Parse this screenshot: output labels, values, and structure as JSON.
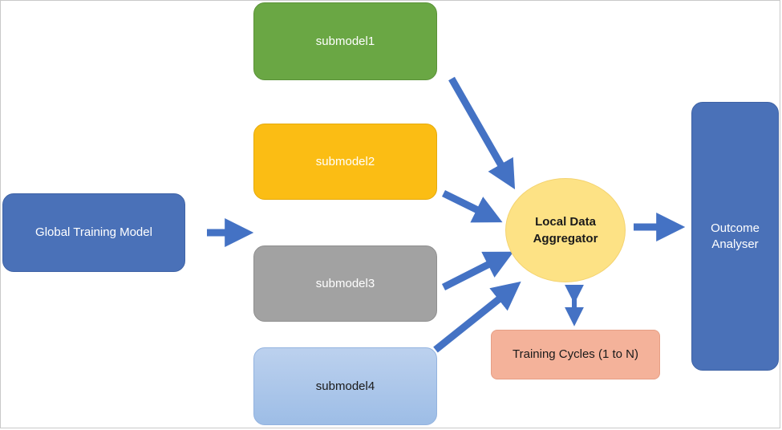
{
  "nodes": {
    "global_model": "Global Training Model",
    "submodel1": "submodel1",
    "submodel2": "submodel2",
    "submodel3": "submodel3",
    "submodel4": "submodel4",
    "aggregator": "Local Data Aggregator",
    "training_cycles": "Training Cycles (1 to N)",
    "outcome": "Outcome Analyser"
  },
  "colors": {
    "blue": "#4a71b8",
    "green": "#6aa744",
    "yellow": "#fbbd14",
    "gray": "#a2a2a2",
    "light_blue": "#9dbde6",
    "aggregator_fill": "#fde285",
    "cycles_fill": "#f4b29a",
    "arrow": "#4472c4"
  }
}
